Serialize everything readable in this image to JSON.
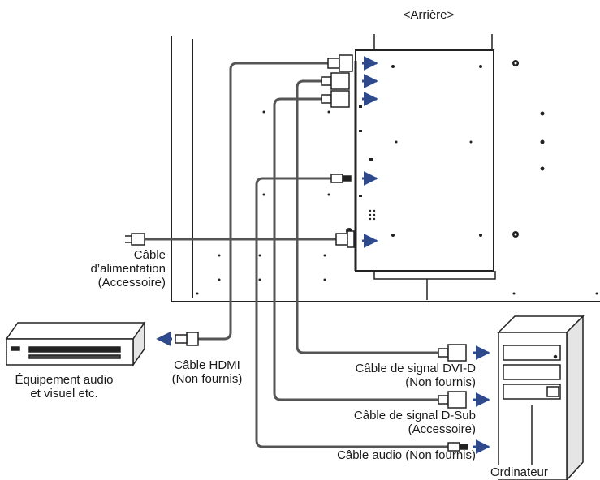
{
  "view_label": "<Arrière>",
  "cables": {
    "power": [
      "Câble",
      "d’alimentation",
      "(Accessoire)"
    ],
    "hdmi": [
      "Câble HDMI",
      "(Non fournis)"
    ],
    "dvi": [
      "Câble de signal DVI-D",
      "(Non fournis)"
    ],
    "dsub": [
      "Câble de signal D-Sub",
      "(Accessoire)"
    ],
    "audio": "Câble audio (Non fournis)"
  },
  "devices": {
    "av": [
      "Équipement audio",
      "et visuel etc."
    ],
    "computer": "Ordinateur"
  },
  "colors": {
    "line": "#222222",
    "cable": "#555555",
    "arrow": "#2f4a8c"
  }
}
